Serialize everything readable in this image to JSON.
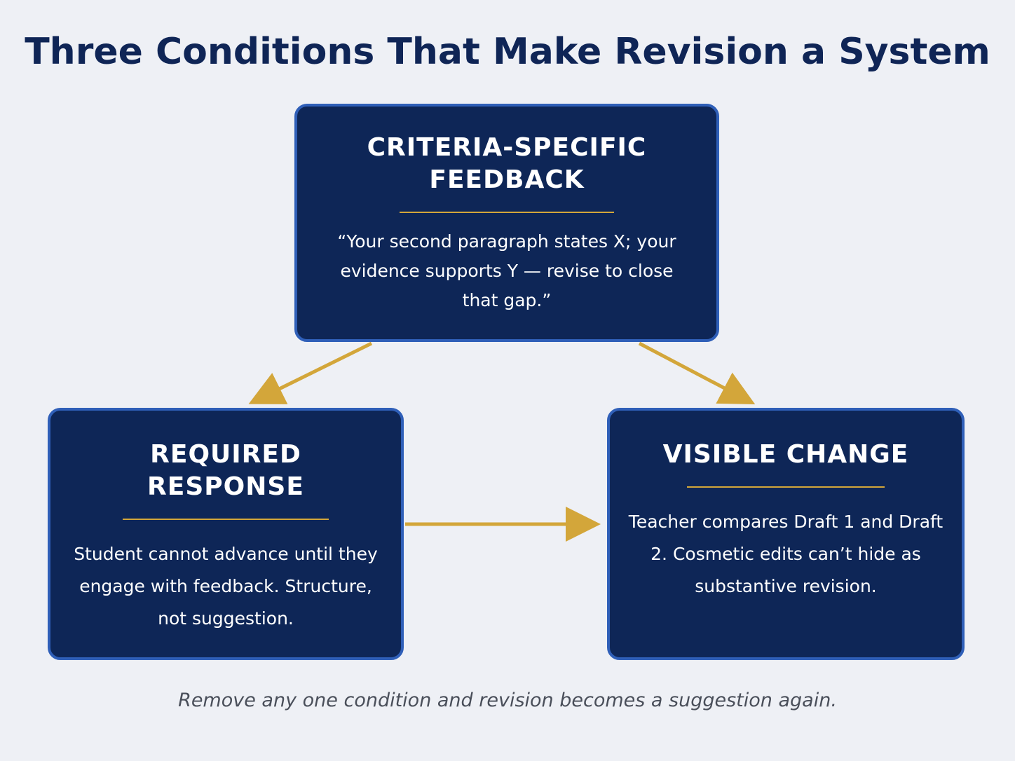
{
  "title": "Three Conditions That Make Revision a System",
  "nodes": {
    "top": {
      "heading": "CRITERIA-SPECIFIC FEEDBACK",
      "body": "“Your second paragraph states X; your evidence supports Y — revise to close that gap.”"
    },
    "left": {
      "heading": "REQUIRED RESPONSE",
      "body": "Student cannot advance until they engage with feedback. Structure, not suggestion."
    },
    "right": {
      "heading": "VISIBLE CHANGE",
      "body": "Teacher compares Draft 1 and Draft 2. Cosmetic edits can’t hide as substantive revision."
    }
  },
  "edges": [
    {
      "from": "top",
      "to": "left"
    },
    {
      "from": "top",
      "to": "right"
    },
    {
      "from": "left",
      "to": "right"
    }
  ],
  "footer": "Remove any one condition and revision becomes a suggestion again.",
  "colors": {
    "background": "#eef0f5",
    "box_fill": "#0e2657",
    "box_border": "#2f5fb8",
    "accent": "#d3a63a",
    "title": "#0f2556"
  }
}
